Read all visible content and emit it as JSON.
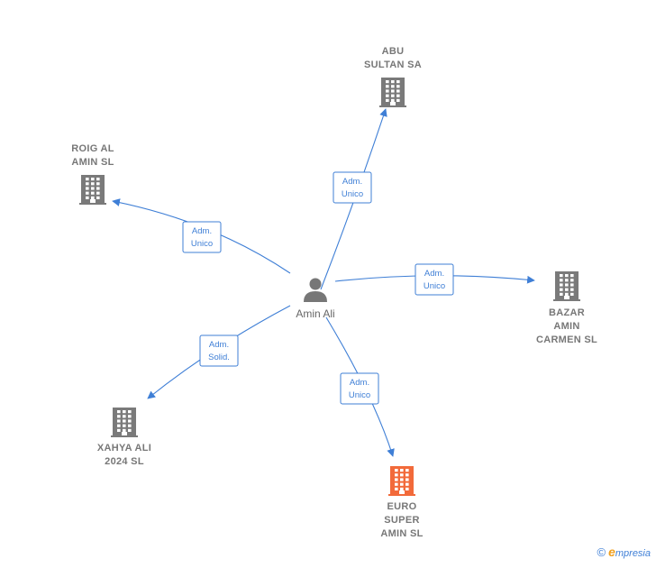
{
  "person": {
    "name": "Amin Ali"
  },
  "companies": [
    {
      "id": "abu",
      "lines": [
        "ABU",
        "SULTAN SA"
      ],
      "highlight": false
    },
    {
      "id": "roig",
      "lines": [
        "ROIG AL",
        "AMIN  SL"
      ],
      "highlight": false
    },
    {
      "id": "bazar",
      "lines": [
        "BAZAR",
        "AMIN",
        "CARMEN  SL"
      ],
      "highlight": false
    },
    {
      "id": "xahya",
      "lines": [
        "XAHYA ALI",
        "2024  SL"
      ],
      "highlight": false
    },
    {
      "id": "euro",
      "lines": [
        "EURO",
        "SUPER",
        "AMIN  SL"
      ],
      "highlight": true
    }
  ],
  "edges": [
    {
      "to": "abu",
      "label": [
        "Adm.",
        "Unico"
      ]
    },
    {
      "to": "roig",
      "label": [
        "Adm.",
        "Unico"
      ]
    },
    {
      "to": "bazar",
      "label": [
        "Adm.",
        "Unico"
      ]
    },
    {
      "to": "xahya",
      "label": [
        "Adm.",
        "Solid."
      ]
    },
    {
      "to": "euro",
      "label": [
        "Adm.",
        "Unico"
      ]
    }
  ],
  "colors": {
    "edge": "#3f7fd6",
    "building": "#7a7a7a",
    "highlight": "#f26a3a",
    "person": "#777777"
  },
  "footer": {
    "copyright": "©",
    "brand_initial": "e",
    "brand_rest": "mpresia"
  }
}
